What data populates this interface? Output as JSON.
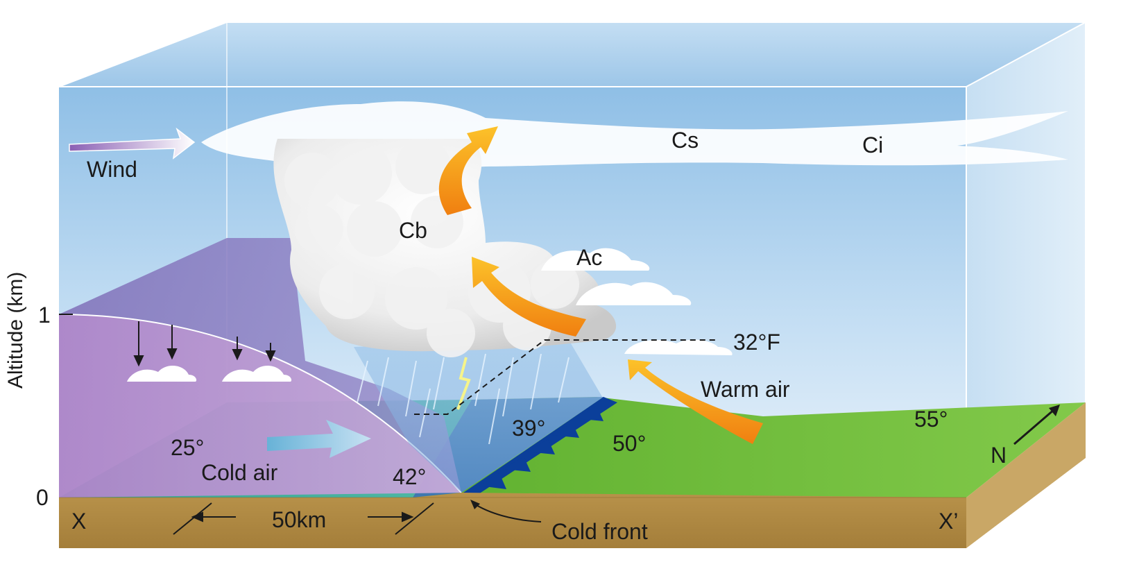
{
  "labels": {
    "wind": "Wind",
    "cs": "Cs",
    "ci": "Ci",
    "cb": "Cb",
    "ac": "Ac",
    "freezing": "32°F",
    "warm_air": "Warm air",
    "cold_air": "Cold air",
    "cold_front": "Cold front",
    "distance": "50km",
    "x_left": "X",
    "x_right": "X’",
    "north": "N"
  },
  "temperatures": {
    "t25": "25°",
    "t42": "42°",
    "t39": "39°",
    "t50": "50°",
    "t55": "55°"
  },
  "altitude_axis": {
    "title": "Altitude (km)",
    "tick_top": "1",
    "tick_bottom": "0"
  },
  "colors": {
    "sky_top": "#9cc7ea",
    "sky_bottom": "#e6f1fb",
    "cold_air_mass": "#b58ccc",
    "cold_ground": "#3fae9a",
    "warm_ground": "#6fbf3a",
    "soil": "#b08a44",
    "front_line": "#0b3f9a",
    "warm_arrow": "#f7a21a",
    "cold_arrow": "#a9d7ef"
  }
}
